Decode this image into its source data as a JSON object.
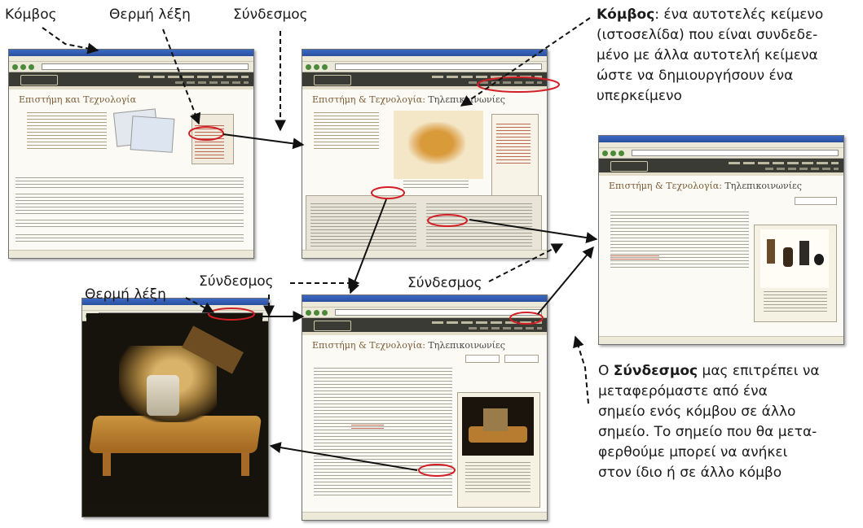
{
  "labels": {
    "top_kombos": "Κόμβος",
    "top_thermi": "Θερμή λέξη",
    "top_syndesmos": "Σύνδεσμος",
    "mid_syndesmos_left": "Σύνδεσμος",
    "mid_thermi": "Θερμή λέξη",
    "mid_syndesmos_right": "Σύνδεσμος"
  },
  "note_kombos": {
    "term": "Κόμβος",
    "line1": ": ένα αυτοτελές κείμενο",
    "line2": "(ιστοσελίδα) που είναι συνδεδε-",
    "line3": "μένο με άλλα αυτοτελή κείμενα",
    "line4": "ώστε να δημιουργήσουν ένα",
    "line5": "υπερκείμενο"
  },
  "note_syndesmos": {
    "prefix": "Ο ",
    "term": "Σύνδεσμος",
    "line1": " μας επιτρέπει να",
    "line2": "μεταφερόμαστε από ένα",
    "line3": "σημείο ενός κόμβου σε άλλο",
    "line4": "σημείο. Το σημείο που θα μετα-",
    "line5": "φερθούμε μπορεί να ανήκει",
    "line6": "στον ίδιο ή σε άλλο κόμβο"
  },
  "windows": {
    "w1_title": "Επιστήμη και Τεχνολογία",
    "w2_title": "Επιστήμη & Τεχνολογία:",
    "w2_title_hi": "Τηλεπικοινωνίες",
    "w3_title": "Επιστήμη & Τεχνολογία:",
    "w3_title_hi": "Τηλεπικοινωνίες",
    "w5_title": "Επιστήμη & Τεχνολογία:",
    "w5_title_hi": "Τηλεπικοινωνίες"
  },
  "colors": {
    "highlight_red": "#d21e24",
    "arrow": "#111111",
    "dashed": "#111111"
  }
}
